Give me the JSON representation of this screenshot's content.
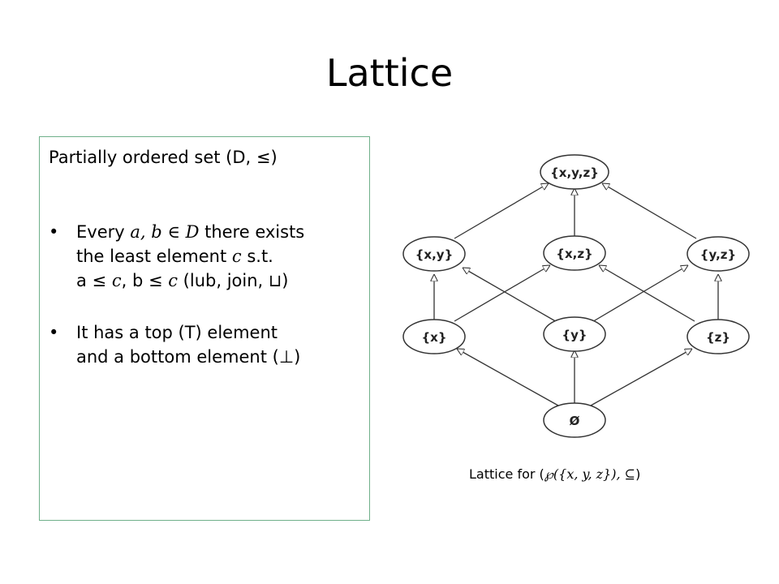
{
  "slide": {
    "title": "Lattice"
  },
  "content": {
    "intro": "Partially ordered set (D, ≤)",
    "bullet_marker": "•",
    "bullets": [
      {
        "line1_a": "Every ",
        "line1_m": "a, b ∈ D",
        "line1_b": " there exists",
        "line2_a": "the least element ",
        "line2_m": "c",
        "line2_b": " s.t.",
        "line3_a": "a ≤ ",
        "line3_m1": "c",
        "line3_b": ", b ≤ ",
        "line3_m2": "c",
        "line3_c": " (lub, join, ⊔)"
      },
      {
        "line1": "It has a top (T) element",
        "line2": "and a bottom element (⊥)"
      }
    ]
  },
  "diagram": {
    "nodes": {
      "xyz": "{x,y,z}",
      "xy": "{x,y}",
      "xz": "{x,z}",
      "yz": "{y,z}",
      "x": "{x}",
      "y": "{y}",
      "z": "{z}",
      "empty": "Ø"
    },
    "caption_prefix": "Lattice for (",
    "caption_math": "℘({x, y, z}), ⊆",
    "caption_suffix": ")"
  }
}
